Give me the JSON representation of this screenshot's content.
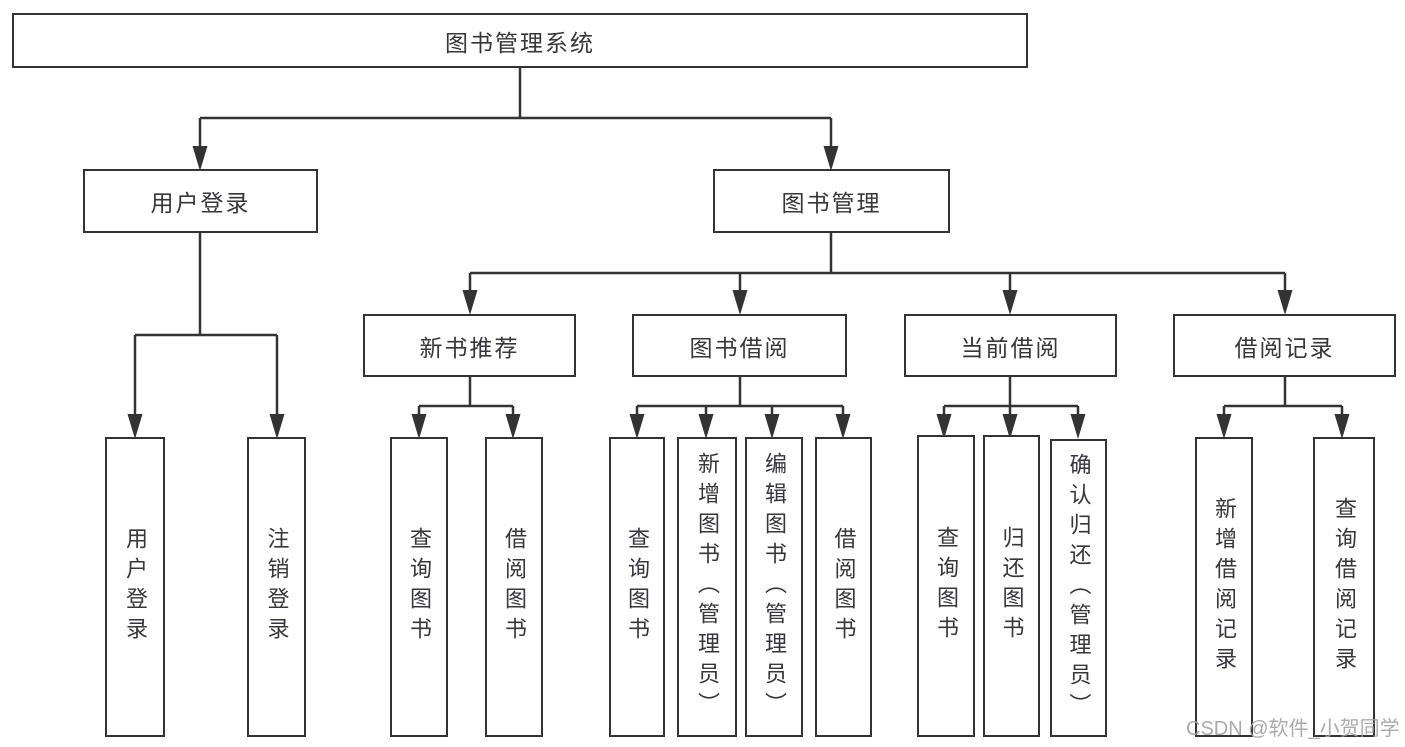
{
  "diagram_type": "tree-diagram",
  "watermark": "CSDN @软件_小贺同学",
  "colors": {
    "line": "#333333",
    "box_border": "#333333",
    "text": "#36363c",
    "background": "#ffffff",
    "watermark": "#a2a2a2"
  },
  "nodes": {
    "root": {
      "label": "图书管理系统",
      "parent": null
    },
    "userLogin": {
      "label": "用户登录",
      "parent": "root"
    },
    "bookMgmt": {
      "label": "图书管理",
      "parent": "root"
    },
    "userLoginLeaf": {
      "label": "用户登录",
      "parent": "userLogin"
    },
    "logoutLeaf": {
      "label": "注销登录",
      "parent": "userLogin"
    },
    "newBookRec": {
      "label": "新书推荐",
      "parent": "bookMgmt"
    },
    "bookBorrow": {
      "label": "图书借阅",
      "parent": "bookMgmt"
    },
    "currentBorrow": {
      "label": "当前借阅",
      "parent": "bookMgmt"
    },
    "borrowRecord": {
      "label": "借阅记录",
      "parent": "bookMgmt"
    },
    "queryBooks1": {
      "label": "查询图书",
      "parent": "newBookRec"
    },
    "borrowBooks1": {
      "label": "借阅图书",
      "parent": "newBookRec"
    },
    "queryBooks2": {
      "label": "查询图书",
      "parent": "bookBorrow"
    },
    "addBooks": {
      "label": "新增图书（管理员）",
      "parent": "bookBorrow"
    },
    "editBooks": {
      "label": "编辑图书（管理员）",
      "parent": "bookBorrow"
    },
    "borrowBooks2": {
      "label": "借阅图书",
      "parent": "bookBorrow"
    },
    "queryBooks3": {
      "label": "查询图书",
      "parent": "currentBorrow"
    },
    "returnBooks": {
      "label": "归还图书",
      "parent": "currentBorrow"
    },
    "confirmReturn": {
      "label": "确认归还（管理员）",
      "parent": "currentBorrow"
    },
    "addBorrowRecord": {
      "label": "新增借阅记录",
      "parent": "borrowRecord"
    },
    "queryBorrowRecord": {
      "label": "查询借阅记录",
      "parent": "borrowRecord"
    }
  }
}
